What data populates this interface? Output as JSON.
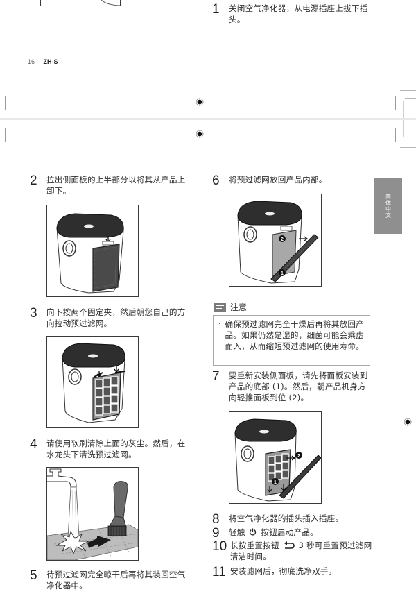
{
  "page": {
    "page_number": "16",
    "language_code": "ZH-S",
    "side_tab_label": "简体中文"
  },
  "steps": [
    {
      "num": "1",
      "text": "关闭空气净化器，从电源插座上拔下插头。",
      "image": null
    },
    {
      "num": "2",
      "text": "拉出侧面板的上半部分以将其从产品上卸下。",
      "image": "purifier-side-panel-removal"
    },
    {
      "num": "3",
      "text": "向下按两个固定夹，然后朝您自己的方向拉动预过滤网。",
      "image": "purifier-pre-filter-pull"
    },
    {
      "num": "4",
      "text": "请使用软刷清除上面的灰尘。然后，在水龙头下清洗预过滤网。",
      "image": "pre-filter-washing-brush-tap"
    },
    {
      "num": "5",
      "text": "待预过滤网完全晾干后再将其装回空气净化器中。",
      "image": null
    },
    {
      "num": "6",
      "text": "将预过滤网放回产品内部。",
      "image": "pre-filter-reinsertion",
      "callouts": [
        "1",
        "2"
      ]
    },
    {
      "num": "7",
      "text": "要重新安装侧面板，请先将面板安装到产品的底部 (1)。然后，朝产品机身方向轻推面板到位 (2)。",
      "image": "side-panel-reinstall",
      "callouts": [
        "1",
        "2"
      ]
    },
    {
      "num": "8",
      "text": "将空气净化器的插头插入插座。",
      "image": null
    },
    {
      "num": "9",
      "text_before": "轻触",
      "icon": "power-icon",
      "text_after": "按钮启动产品。"
    },
    {
      "num": "10",
      "text_before": "长按重置按钮",
      "icon": "reset-arrow-icon",
      "text_after": "3 秒可重置预过滤网清洁时间。"
    },
    {
      "num": "11",
      "text": "安装滤网后，彻底洗净双手。",
      "image": null
    }
  ],
  "note": {
    "icon": "note-icon",
    "title": "注意",
    "bullet": "·",
    "text": "确保预过滤网完全干燥后再将其放回产品。如果仍然是湿的，细菌可能会乘虚而入，从而缩短预过滤网的使用寿命。"
  },
  "colors": {
    "text": "#2e2e2e",
    "side_tab_bg": "#8f8f8f",
    "note_icon_bg": "#7a7a7a",
    "frame_border": "#3a3a3a",
    "filter_dark": "#4a4a4a",
    "panel_gray": "#a8a8a8"
  }
}
